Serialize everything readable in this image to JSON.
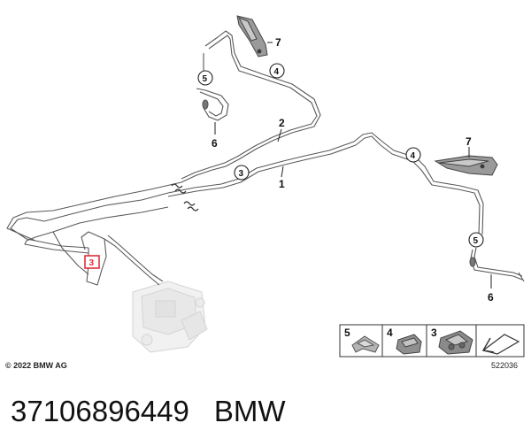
{
  "copyright": "© 2022 BMW AG",
  "diagram_id": "522036",
  "callouts": {
    "pipe_main": "1",
    "pipe_second": "2",
    "highlighted": "3",
    "circled_3": "3",
    "circled_4_top": "4",
    "circled_4_right": "4",
    "circled_5_top": "5",
    "circled_5_right": "5",
    "hose_top": "6",
    "hose_right": "6",
    "bracket_top": "7",
    "bracket_right": "7"
  },
  "legend": [
    {
      "number": "5"
    },
    {
      "number": "4"
    },
    {
      "number": "3"
    }
  ],
  "caption": {
    "part_number": "37106896449",
    "brand": "BMW"
  },
  "colors": {
    "line": "#555555",
    "highlight": "#e0303a"
  }
}
